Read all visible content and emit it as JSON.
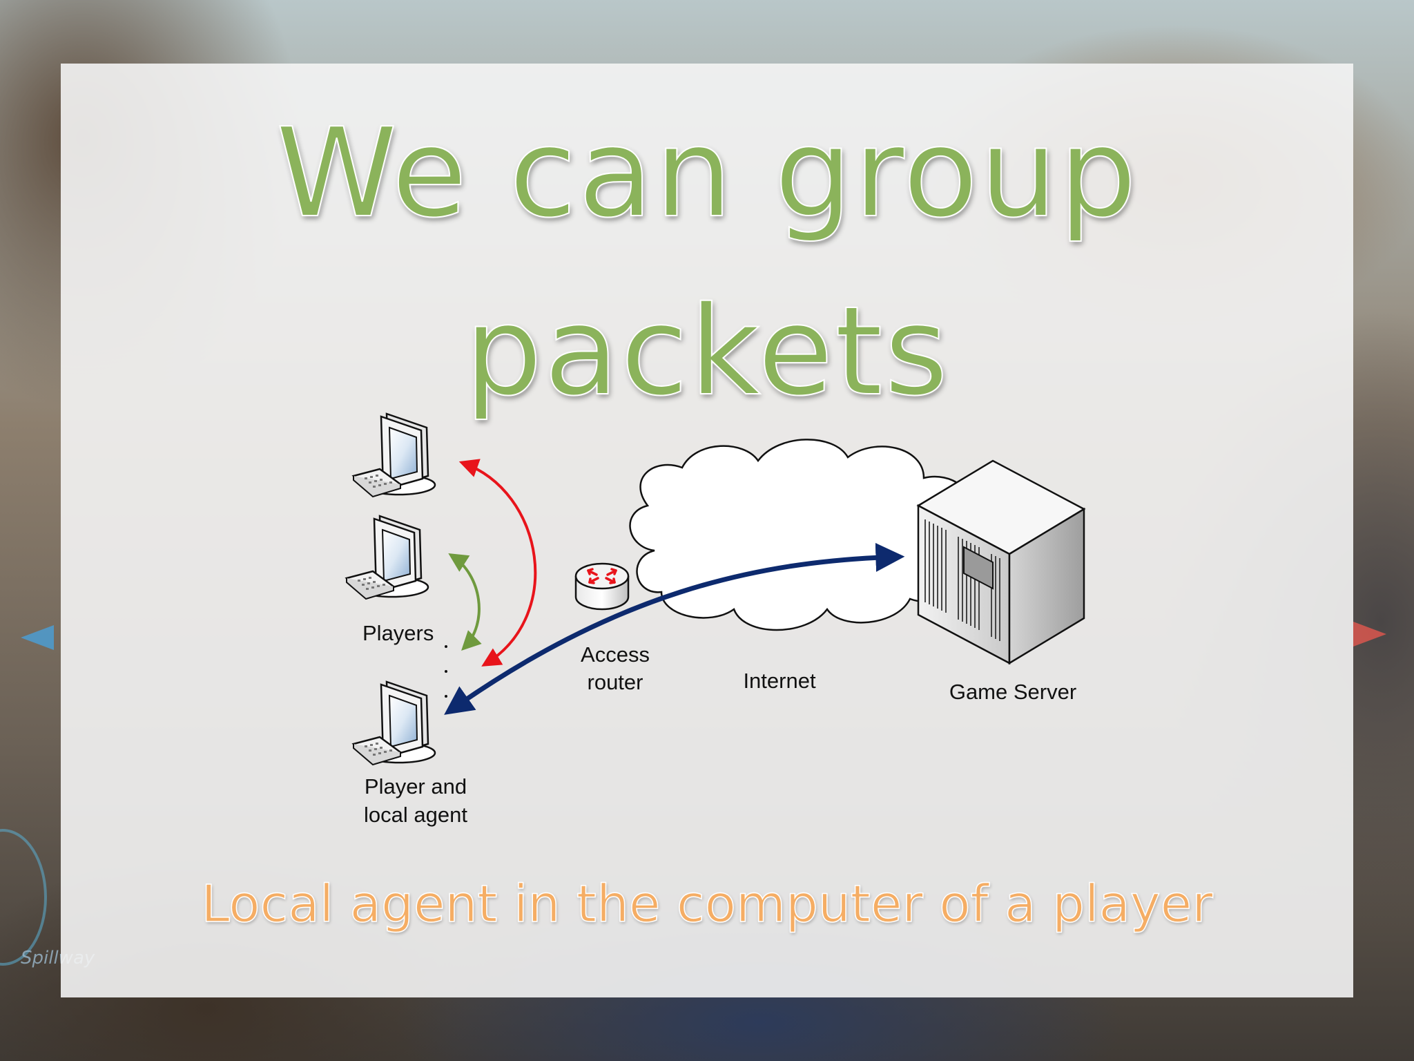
{
  "slide": {
    "title_line1": "We can group",
    "title_line2": "packets",
    "subtitle": "Local agent in the computer of a player"
  },
  "diagram": {
    "labels": {
      "players": "Players",
      "access_router_line1": "Access",
      "access_router_line2": "router",
      "internet": "Internet",
      "game_server": "Game Server",
      "player_agent_line1": "Player and",
      "player_agent_line2": "local agent"
    },
    "colors": {
      "red_arrow": "#e8141b",
      "green_arrow": "#6f9a3e",
      "blue_arrow": "#0d2a6e"
    }
  },
  "hud": {
    "map_name": "Spillway"
  }
}
